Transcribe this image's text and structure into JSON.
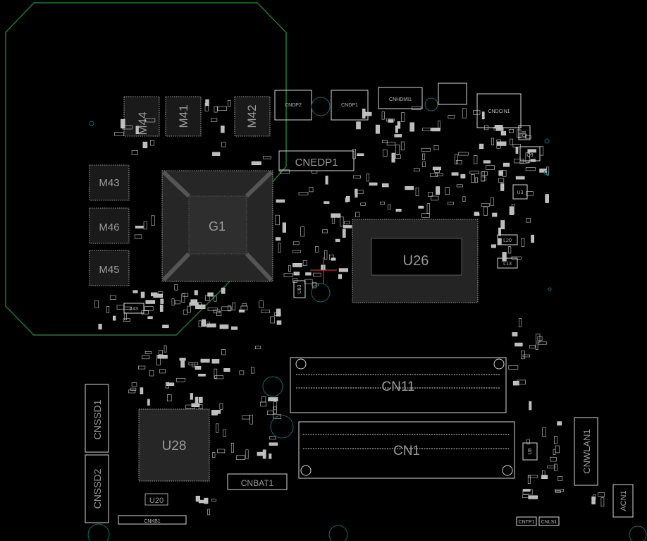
{
  "labels": {
    "g1": "G1",
    "u26": "U26",
    "u28": "U28",
    "u20": "U20",
    "u3": "U3",
    "u83": "U83",
    "u8": "U8",
    "cn11": "CN11",
    "cn1": "CN1",
    "cnssd1": "CNSSD1",
    "cnssd2": "CNSSD2",
    "cnwlan1": "CNWLAN1",
    "cnedp1": "CNEDP1",
    "cndp2": "CNDP2",
    "cndp1": "CNDP1",
    "cnhdmi1": "CNHDMI1",
    "cndcin1": "CNDCIN1",
    "cnbat1": "CNBAT1",
    "cnkb1": "CNKB1",
    "acn1": "ACN1",
    "cntp1": "CNTP1",
    "cnls1": "CNLS1",
    "q8": "Q8",
    "q9": "Q9",
    "l20": "L20",
    "l13": "L13",
    "l43": "L43",
    "m44": "M44",
    "m41": "M41",
    "m42": "M42",
    "m43": "M43",
    "m46": "M46",
    "m45": "M45"
  },
  "colors": {
    "background": "#000000",
    "silkscreen": "#d9d9d9",
    "outline": "#1f7a2e",
    "via": "#0e6f6f",
    "marker": "#d24a4a",
    "label": "#9a9a9a"
  }
}
